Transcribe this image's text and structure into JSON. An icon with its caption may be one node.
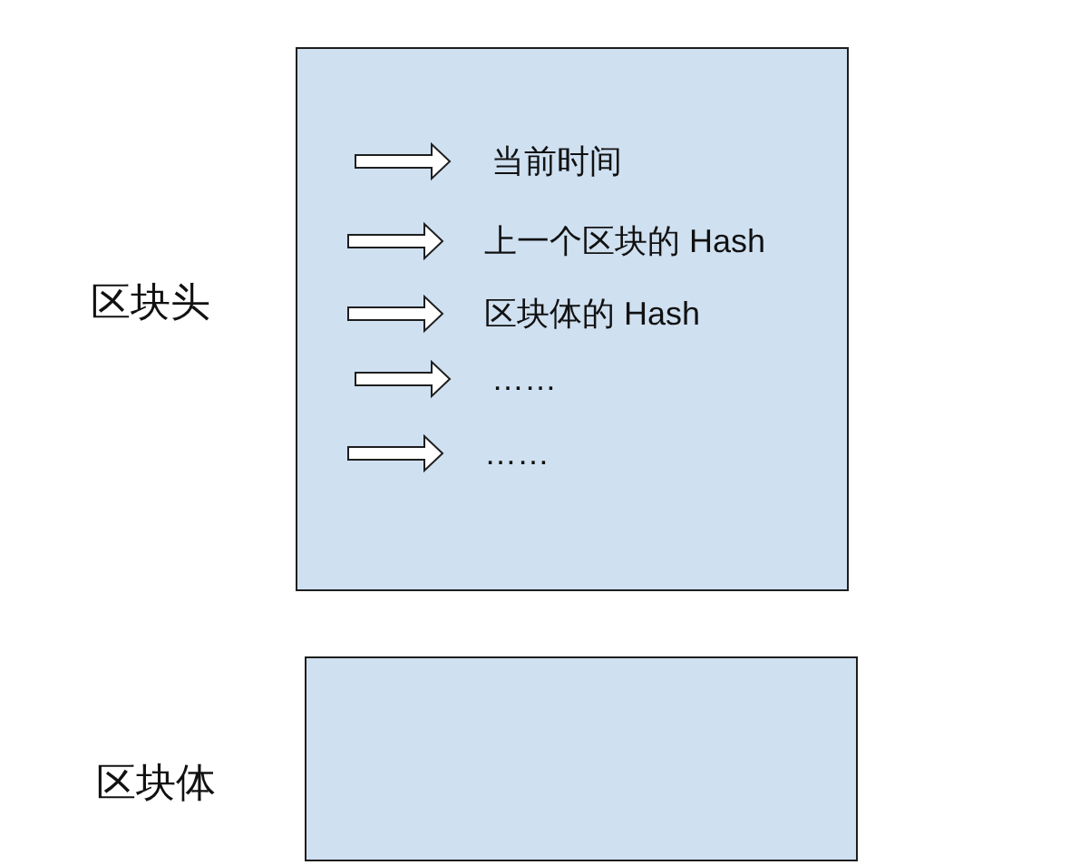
{
  "diagram": {
    "nodes": [
      {
        "text": [
          "区块头"
        ]
      },
      {
        "text": [
          "当前时间"
        ],
        "in": 0
      },
      {
        "text": [
          "上一个区块的 Hash"
        ],
        "in": 0
      },
      {
        "text": [
          "区块体的 Hash"
        ],
        "in": 0
      },
      {
        "text": [
          "……"
        ],
        "in": 0
      },
      {
        "text": [
          "……"
        ],
        "in": 0
      },
      {
        "text": [
          "区块体"
        ]
      }
    ],
    "edges": [
      {
        "from": null,
        "to": 1,
        "arrow": "to"
      },
      {
        "from": null,
        "to": 2,
        "arrow": "to"
      },
      {
        "from": null,
        "to": 3,
        "arrow": "to"
      },
      {
        "from": null,
        "to": 4,
        "arrow": "to"
      },
      {
        "from": null,
        "to": 5,
        "arrow": "to"
      }
    ]
  }
}
